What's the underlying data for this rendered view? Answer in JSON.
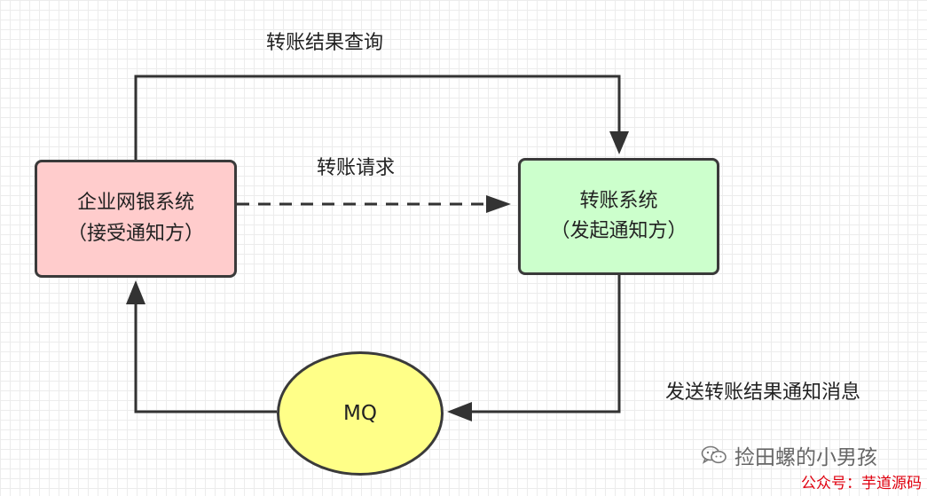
{
  "nodes": {
    "enterprise": {
      "line1": "企业网银系统",
      "line2": "（接受通知方）",
      "fill": "#ffcccc"
    },
    "transfer": {
      "line1": "转账系统",
      "line2": "（发起通知方）",
      "fill": "#ccffcc"
    },
    "mq": {
      "label": "MQ",
      "fill": "#ffff88"
    }
  },
  "edges": {
    "query": {
      "label": "转账结果查询",
      "style": "solid"
    },
    "request": {
      "label": "转账请求",
      "style": "dashed"
    },
    "notify": {
      "label": "发送转账结果通知消息",
      "style": "solid"
    },
    "deliver": {
      "label": "",
      "style": "solid"
    }
  },
  "watermark": {
    "icon": "wechat-icon",
    "text": "捡田螺的小男孩"
  },
  "footer": {
    "text": "公众号：芋道源码",
    "color": "#e0000f"
  }
}
